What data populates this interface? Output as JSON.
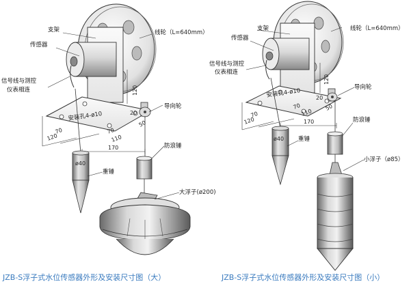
{
  "diagrams": [
    {
      "id": "large",
      "labels": {
        "bracket": "支架",
        "sensor": "传感器",
        "signal_line_1": "信号线与测控",
        "signal_line_2": "仪表相连",
        "wheel": "线轮（L=640mm）",
        "guide_wheel": "导向轮",
        "mount_hole": "安装孔4-ø10",
        "anti_wave": "防浪锤",
        "heavy_hammer": "重锤",
        "float": "大浮子(ø200)"
      },
      "dims": {
        "d120_vertical": "120",
        "d20": "20",
        "d50": "50",
        "d70_left": "70",
        "d120_left": "120",
        "d70_right": "70",
        "d110": "110",
        "d170": "170",
        "d40": "ø40"
      },
      "caption": "JZB-S浮子式水位传感器外形及安装尺寸图（大）"
    },
    {
      "id": "small",
      "labels": {
        "bracket": "支架",
        "sensor": "传感器",
        "signal_line_1": "信号线与测控",
        "signal_line_2": "仪表相连",
        "wheel": "线轮（L=640mm）",
        "guide_wheel": "导向轮",
        "mount_hole": "安装孔4-ø10",
        "anti_wave": "防浪锤",
        "heavy_hammer": "重锤",
        "float": "小浮子（ø85）"
      },
      "dims": {
        "d120_vertical": "120",
        "d20": "20",
        "d50": "50",
        "d70_left": "70",
        "d120_left": "120",
        "d70_right": "70",
        "d110": "110",
        "d170": "170",
        "d40": "ø40"
      },
      "caption": "JZB-S浮子式水位传感器外形及安装尺寸图（小）"
    }
  ]
}
